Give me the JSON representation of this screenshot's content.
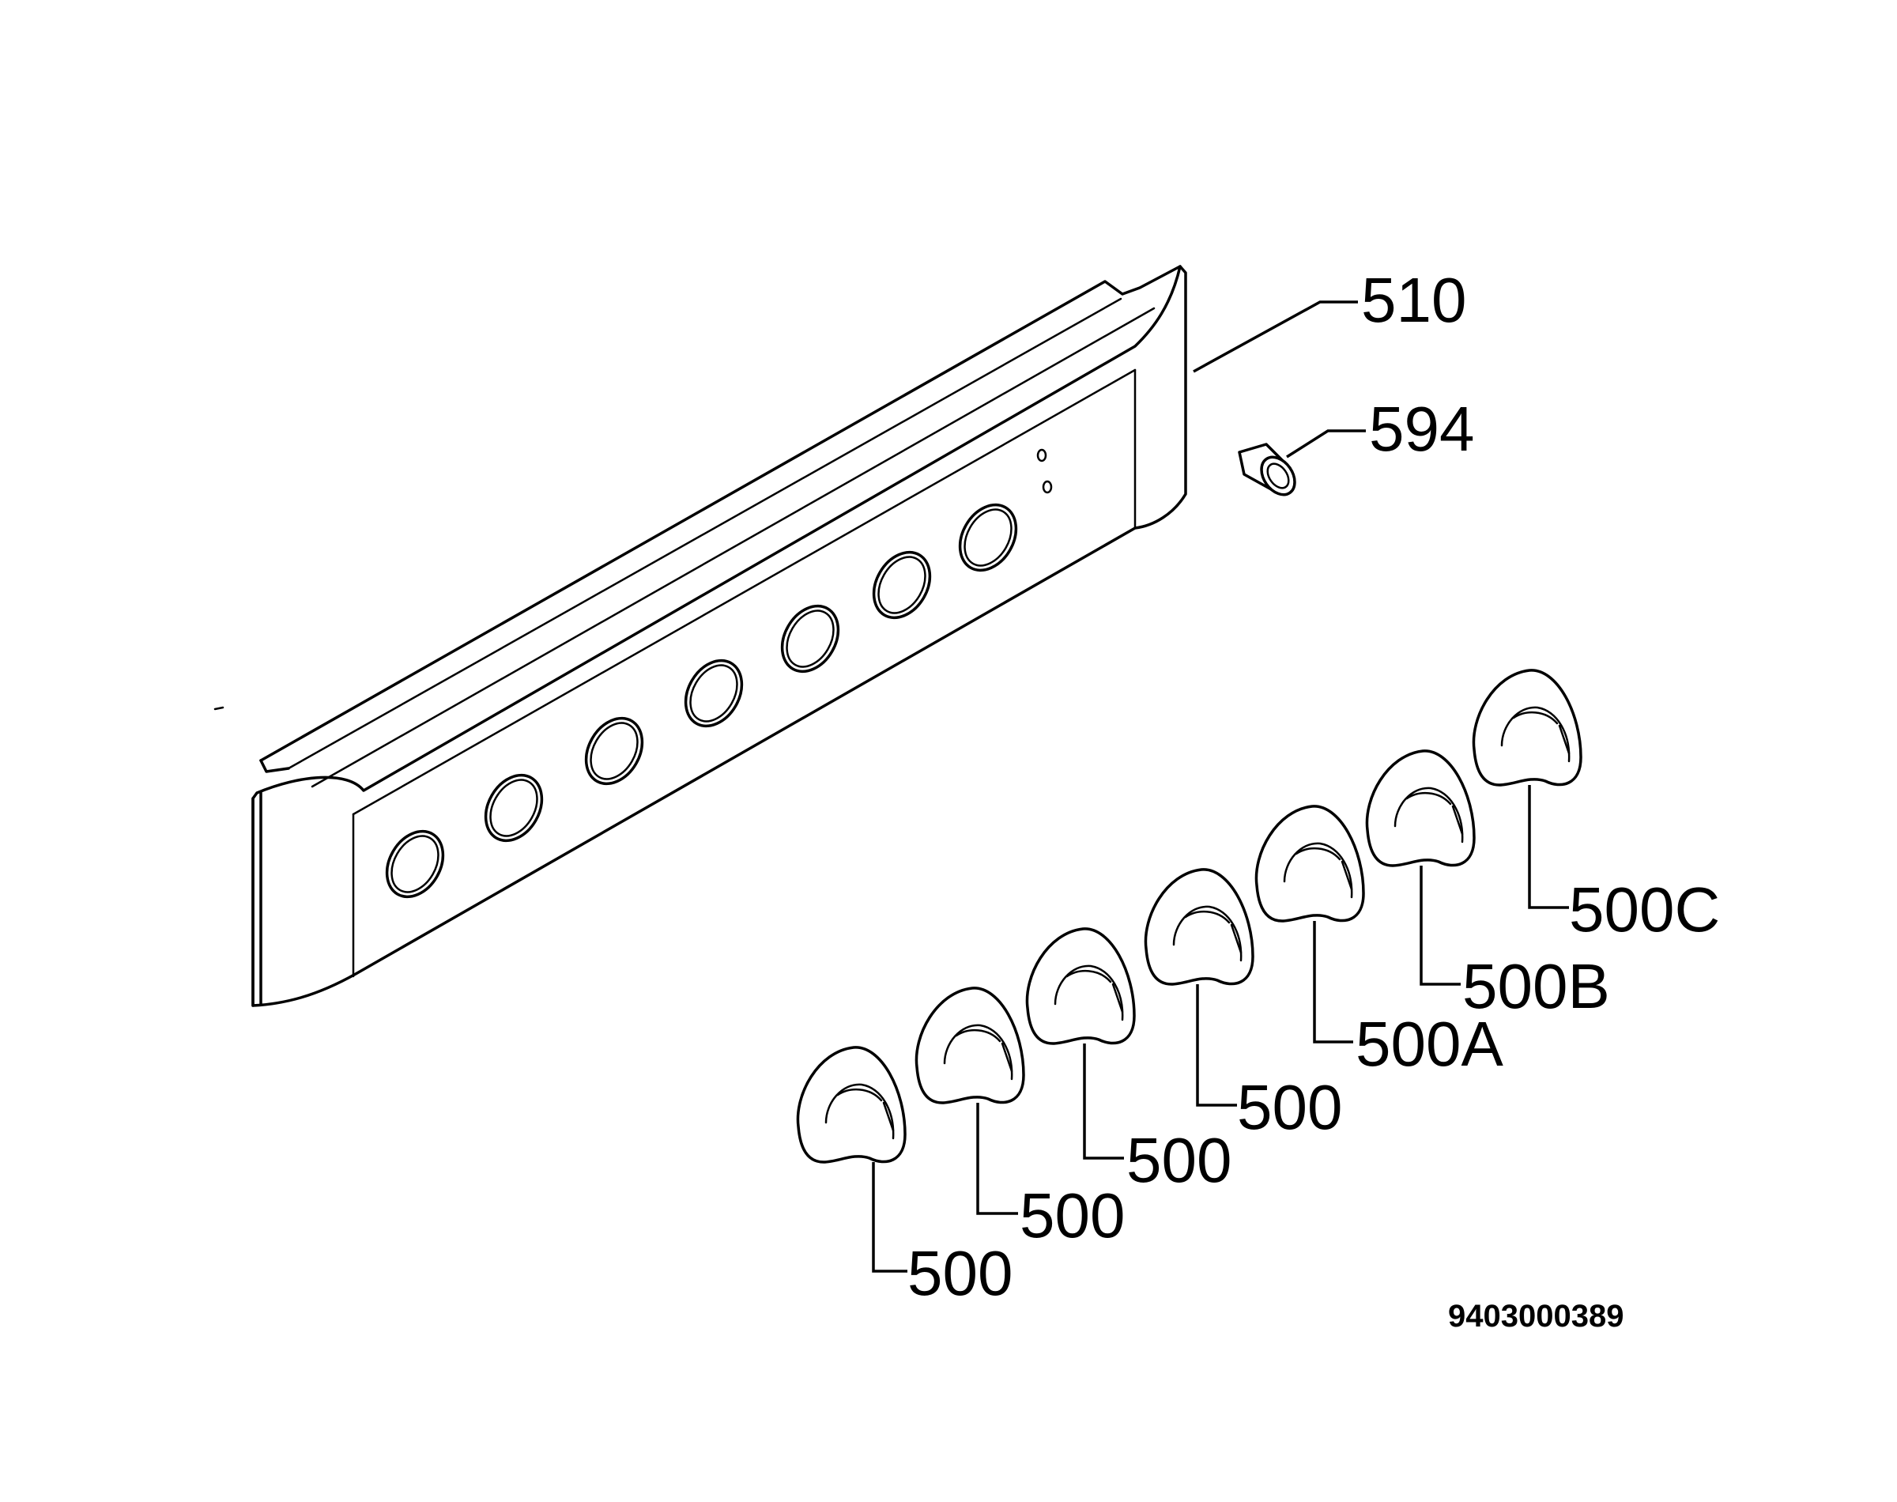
{
  "parts": {
    "panel": "510",
    "lamp": "594",
    "knob_1": "500",
    "knob_2": "500",
    "knob_3": "500",
    "knob_4": "500",
    "knob_5": "500A",
    "knob_6": "500B",
    "knob_7": "500C"
  },
  "document_number": "9403000389"
}
